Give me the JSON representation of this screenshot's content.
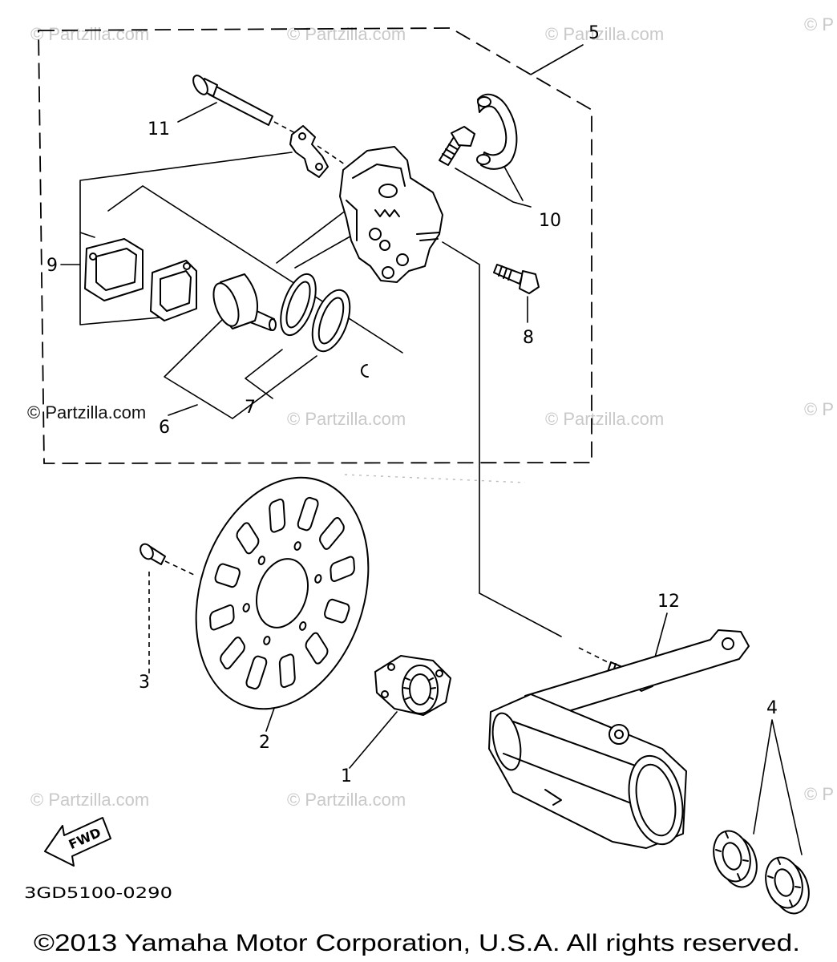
{
  "diagram": {
    "callouts": [
      "1",
      "2",
      "3",
      "4",
      "5",
      "6",
      "7",
      "8",
      "9",
      "10",
      "11",
      "12"
    ],
    "fwd_label": "FWD",
    "drawing_number": "3GD5100-0290",
    "copyright": "©2013 Yamaha Motor Corporation, U.S.A. All rights reserved."
  },
  "watermark": {
    "text": "© Partzilla.com",
    "edge_text": "© P"
  },
  "colors": {
    "line": "#000000",
    "watermark": "#c9c9c9",
    "watermark_dark": "#111111",
    "background": "#ffffff"
  }
}
